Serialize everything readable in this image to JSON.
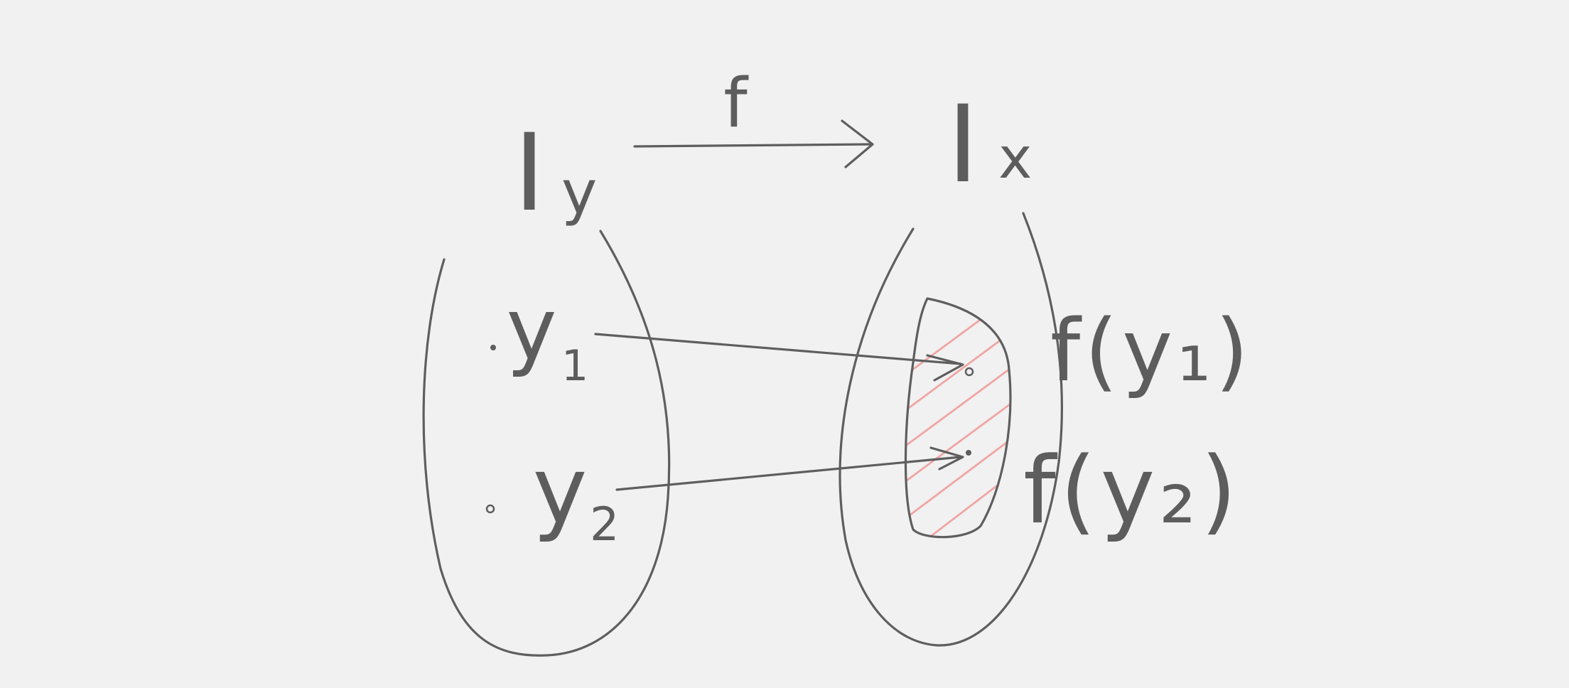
{
  "labels": {
    "arrow_label": "f",
    "source_set_letter": "I",
    "source_set_sub": "y",
    "target_set_letter": "I",
    "target_set_sub": "x",
    "y1_letter": "y",
    "y1_sub": "1",
    "y2_letter": "y",
    "y2_sub": "2",
    "fy1": "f(y₁)",
    "fy2": "f(y₂)"
  },
  "colors": {
    "ink": "#5e5e5e",
    "hatch": "#f0a5a5",
    "paper": "#f1f1f1"
  }
}
